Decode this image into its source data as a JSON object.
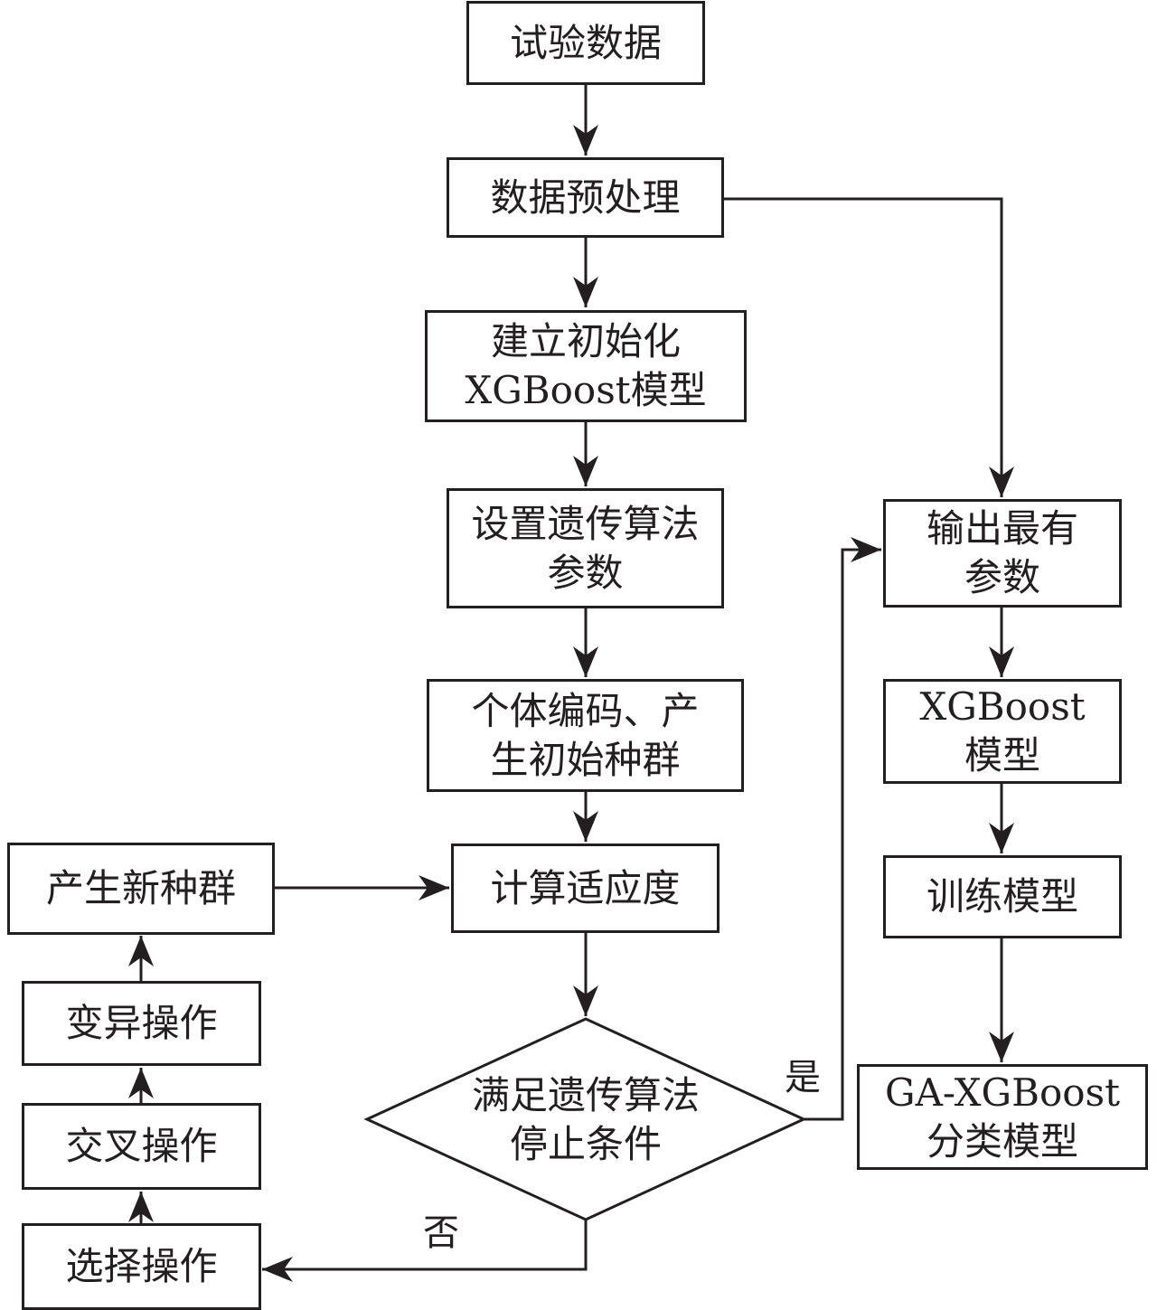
{
  "nodes": {
    "test_data": {
      "lines": [
        "试验数据"
      ]
    },
    "preprocess": {
      "lines": [
        "数据预处理"
      ]
    },
    "init_model": {
      "lines": [
        "建立初始化",
        "XGBoost模型"
      ]
    },
    "ga_params": {
      "lines": [
        "设置遗传算法",
        "参数"
      ]
    },
    "encode": {
      "lines": [
        "个体编码、产",
        "生初始种群"
      ]
    },
    "fitness": {
      "lines": [
        "计算适应度"
      ]
    },
    "stop_cond": {
      "lines": [
        "满足遗传算法",
        "停止条件"
      ]
    },
    "new_pop": {
      "lines": [
        "产生新种群"
      ]
    },
    "mutation": {
      "lines": [
        "变异操作"
      ]
    },
    "crossover": {
      "lines": [
        "交叉操作"
      ]
    },
    "selection": {
      "lines": [
        "选择操作"
      ]
    },
    "output_params": {
      "lines": [
        "输出最有",
        "参数"
      ]
    },
    "xgb_model": {
      "lines": [
        "XGBoost",
        "模型"
      ]
    },
    "train": {
      "lines": [
        "训练模型"
      ]
    },
    "ga_xgb": {
      "lines": [
        "GA-XGBoost",
        "分类模型"
      ]
    }
  },
  "edge_labels": {
    "yes": "是",
    "no": "否"
  }
}
